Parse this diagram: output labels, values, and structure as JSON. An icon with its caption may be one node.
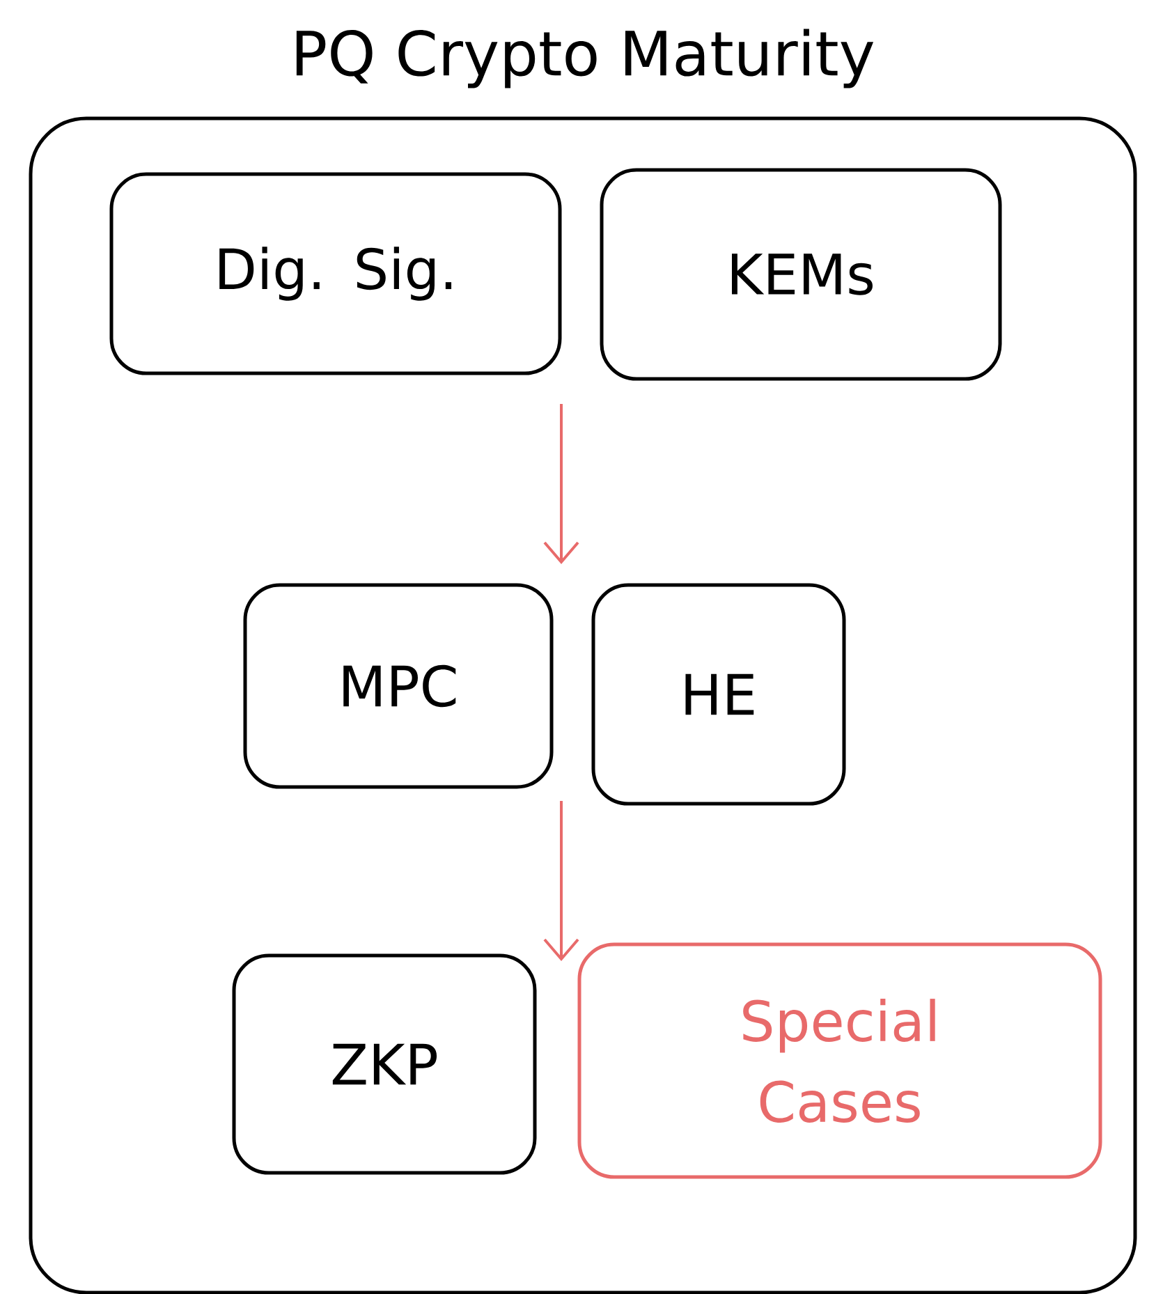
{
  "diagram": {
    "nodes": [
      {
        "text": [
          "PQ Crypto Maturity"
        ]
      },
      {
        "text": [
          "Dig. Sig."
        ],
        "in": 0
      },
      {
        "text": [
          "KEMs"
        ],
        "in": 0
      },
      {
        "text": [
          "MPC"
        ],
        "in": 0
      },
      {
        "text": [
          "HE"
        ],
        "in": 0
      },
      {
        "text": [
          "ZKP"
        ],
        "in": 0
      },
      {
        "text": [
          "Special Cases"
        ],
        "in": 0
      }
    ],
    "edges": []
  }
}
